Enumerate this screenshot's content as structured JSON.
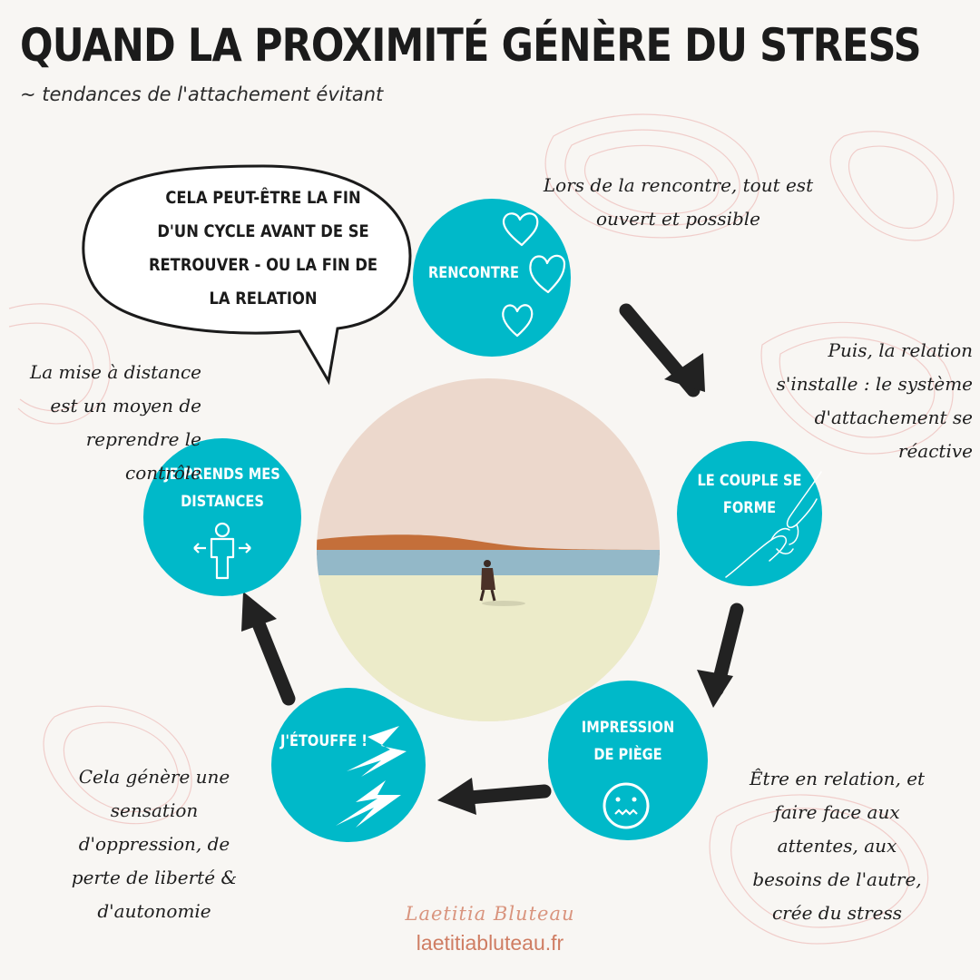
{
  "title": "QUAND LA PROXIMITÉ GÉNÈRE  DU STRESS",
  "subtitle": "~ tendances de l'attachement évitant",
  "bubble": {
    "lines": [
      "CELA PEUT-ÊTRE LA FIN",
      "D'UN CYCLE AVANT DE SE",
      "RETROUVER - OU LA FIN DE",
      "LA RELATION"
    ]
  },
  "nodes": [
    {
      "id": "rencontre",
      "lines": [
        "RENCONTRE"
      ],
      "icon": "hearts-icon"
    },
    {
      "id": "couple",
      "lines": [
        "LE COUPLE SE",
        "FORME"
      ],
      "icon": "hands-icon"
    },
    {
      "id": "piege",
      "lines": [
        "IMPRESSION",
        "DE PIÈGE"
      ],
      "icon": "anxious-face-icon"
    },
    {
      "id": "etouffe",
      "lines": [
        "J'ÉTOUFFE !"
      ],
      "icon": "lightning-icon"
    },
    {
      "id": "distances",
      "lines": [
        "JE PRENDS MES",
        "DISTANCES"
      ],
      "icon": "person-distance-icon"
    }
  ],
  "captions": {
    "rencontre": [
      "Lors de la rencontre, tout est",
      "ouvert et possible"
    ],
    "couple": [
      "Puis, la relation",
      "s'installe : le système",
      "d'attachement se",
      "réactive"
    ],
    "piege": [
      "Être en relation, et",
      "faire face aux",
      "attentes, aux",
      "besoins de l'autre,",
      "crée du stress"
    ],
    "etouffe": [
      "Cela génère une",
      "sensation",
      "d'oppression, de",
      "perte de liberté &",
      "d'autonomie"
    ],
    "distances": [
      "La mise à distance",
      "est un moyen de",
      "reprendre le",
      "contrôle"
    ]
  },
  "colors": {
    "node": "#00b9c9",
    "arrow": "#222222",
    "sand": "#ecebc9",
    "sky": "#ecd8cc",
    "sea": "#93b8c8",
    "hill": "#c46f3a",
    "accent": "#d9947e"
  },
  "footer": {
    "signature": "Laetitia Bluteau",
    "website": "laetitiabluteau.fr"
  }
}
